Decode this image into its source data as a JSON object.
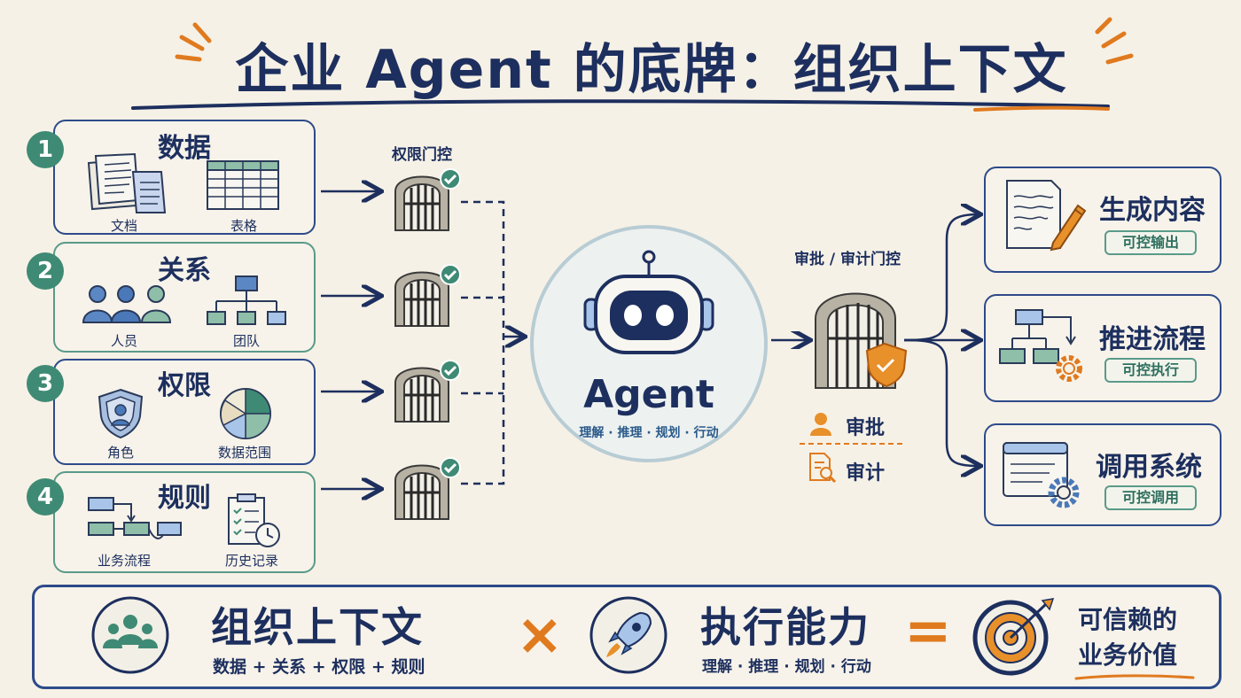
{
  "title": "企业 Agent 的底牌：组织上下文",
  "sources": [
    {
      "number": "1",
      "title": "数据",
      "items": [
        "文档",
        "表格"
      ]
    },
    {
      "number": "2",
      "title": "关系",
      "items": [
        "人员",
        "团队"
      ]
    },
    {
      "number": "3",
      "title": "权限",
      "items": [
        "角色",
        "数据范围"
      ]
    },
    {
      "number": "4",
      "title": "规则",
      "items": [
        "业务流程",
        "历史记录"
      ]
    }
  ],
  "gate_label": "权限门控",
  "agent": {
    "name": "Agent",
    "subtitle": "理解 · 推理 · 规划 · 行动"
  },
  "approval": {
    "label": "审批 / 审计门控",
    "approve": "审批",
    "audit": "审计"
  },
  "outputs": [
    {
      "title": "生成内容",
      "tag": "可控输出"
    },
    {
      "title": "推进流程",
      "tag": "可控执行"
    },
    {
      "title": "调用系统",
      "tag": "可控调用"
    }
  ],
  "formula": {
    "left_title": "组织上下文",
    "left_sub": "数据 + 关系 + 权限 + 规则",
    "operator": "×",
    "middle_title": "执行能力",
    "middle_sub": "理解 · 推理 · 规划 · 行动",
    "equals": "=",
    "result_line1": "可信赖的",
    "result_line2": "业务价值"
  },
  "colors": {
    "navy": "#1d2f5e",
    "green": "#3f8a74",
    "orange": "#e07a1f",
    "background": "#f6f1e6"
  }
}
